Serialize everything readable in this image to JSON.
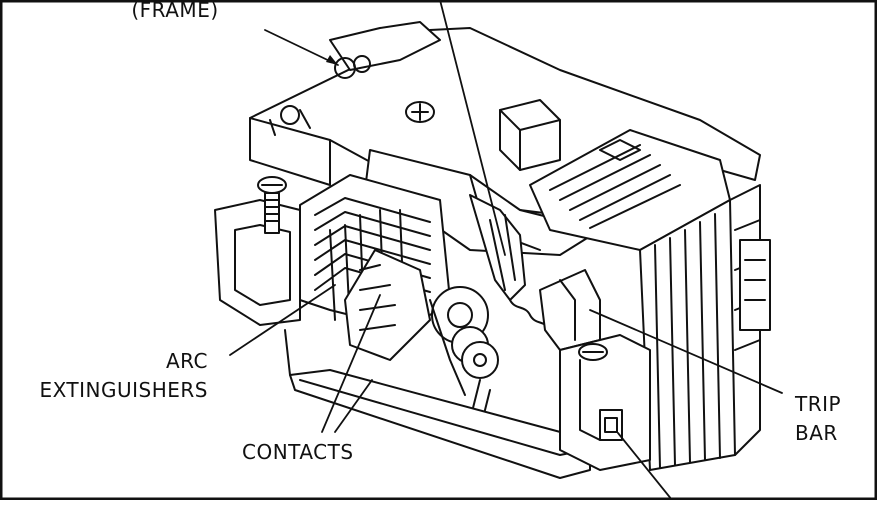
{
  "labels": {
    "frame": "(FRAME)",
    "arc_line1": "ARC",
    "arc_line2": "EXTINGUISHERS",
    "contacts": "CONTACTS",
    "trip_line1": "TRIP",
    "trip_line2": "BAR"
  },
  "colors": {
    "ink": "#111111",
    "background": "#ffffff"
  }
}
